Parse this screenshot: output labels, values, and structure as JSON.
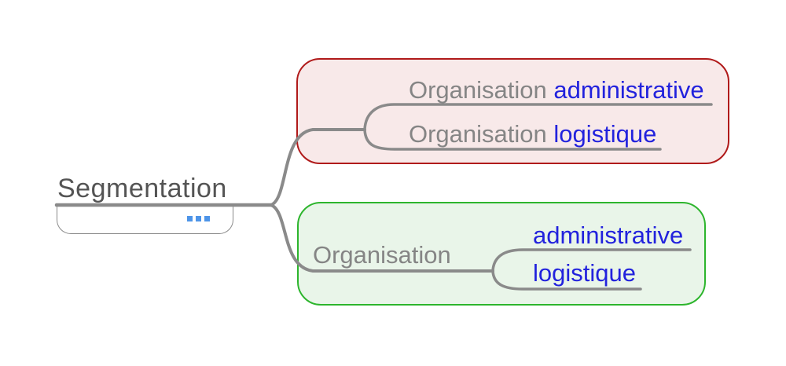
{
  "root": {
    "label": "Segmentation",
    "details_indicator": "ellipsis-squares"
  },
  "red_group": {
    "meaning": "sibling-nodes-with-repeated-word",
    "nodes": [
      {
        "prefix": "Organisation ",
        "term": "administrative"
      },
      {
        "prefix": "Organisation ",
        "term": "logistique"
      }
    ]
  },
  "green_group": {
    "meaning": "parent-node-with-factored-word",
    "parent_label": "Organisation",
    "children": [
      {
        "term": "administrative"
      },
      {
        "term": "logistique"
      }
    ]
  },
  "colors": {
    "root_text": "#545454",
    "gray_text": "#858585",
    "blue_text": "#2222dd",
    "line": "#8a8a8a",
    "red_border": "#b01a1a",
    "red_fill": "#f8e9e9",
    "green_border": "#2db52d",
    "green_fill": "#e9f5e9",
    "indicator_blue": "#4d94e8"
  }
}
